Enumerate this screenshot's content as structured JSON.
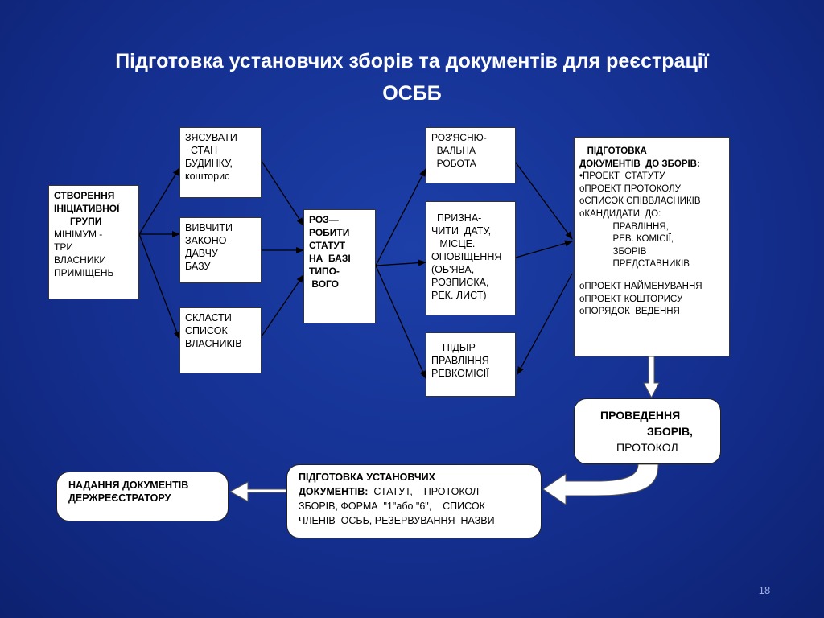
{
  "title": {
    "line1": "Підготовка установчих зборів та документів для реєстрації",
    "line2": "ОСББ"
  },
  "boxes": {
    "group": {
      "lines_bold": [
        "СТВОРЕННЯ",
        "ІНІЦІАТИВНОЇ",
        "      ГРУПИ"
      ],
      "lines": [
        "МІНІМУМ -",
        "ТРИ",
        "ВЛАСНИКИ",
        "ПРИМІЩЕНЬ"
      ]
    },
    "find_state": {
      "lines": [
        "ЗЯСУВАТИ",
        "  СТАН",
        "БУДИНКУ,",
        "кошторис"
      ]
    },
    "study_law": {
      "lines": [
        "ВИВЧИТИ",
        "ЗАКОНО-",
        "ДАВЧУ",
        "БАЗУ"
      ]
    },
    "owners_list": {
      "lines": [
        "СКЛАСТИ",
        "СПИСОК",
        "ВЛАСНИКІВ"
      ]
    },
    "statute": {
      "lines": [
        "РОЗ—",
        "РОБИТИ",
        "СТАТУТ",
        "НА  БАЗІ",
        "ТИПО-",
        " ВОГО"
      ]
    },
    "explain": {
      "lines": [
        "РОЗ'ЯСНЮ-",
        "  ВАЛЬНА",
        "  РОБОТА"
      ]
    },
    "date": {
      "lines": [
        "  ПРИЗНА-",
        "ЧИТИ  ДАТУ,",
        "   МІСЦЕ.",
        "ОПОВІЩЕННЯ",
        "(ОБ'ЯВА,",
        "РОЗПИСКА,",
        "РЕК. ЛИСТ)"
      ]
    },
    "board": {
      "lines": [
        "    ПІДБІР",
        "ПРАВЛІННЯ",
        "РЕВКОМІСІЇ"
      ]
    },
    "docs": {
      "lines_bold": [
        "   ПІДГОТОВКА",
        "ДОКУМЕНТІВ  ДО ЗБОРІВ:"
      ],
      "items": [
        "•ПРОЕКТ  СТАТУТУ",
        "oПРОЕКТ ПРОТОКОЛУ",
        "oСПИСОК СПІВВЛАСНИКІВ",
        "oКАНДИДАТИ  ДО:",
        "             ПРАВЛІННЯ,",
        "             РЕВ. КОМІСІЇ,",
        "             ЗБОРІВ",
        "             ПРЕДСТАВНИКІВ",
        "",
        "oПРОЕКТ НАЙМЕНУВАННЯ",
        "oПРОЕКТ КОШТОРИСУ",
        "oПОРЯДОК  ВЕДЕННЯ"
      ]
    },
    "meeting": {
      "line_bold1": "ПРОВЕДЕННЯ",
      "line_bold2": "ЗБОРІВ,",
      "line3": "ПРОТОКОЛ"
    },
    "founding_docs": {
      "bold1": "ПІДГОТОВКА УСТАНОВЧИХ",
      "bold2": "ДОКУМЕНТІВ:",
      "rest2": "  СТАТУТ,    ПРОТОКОЛ",
      "line3": "ЗБОРІВ, ФОРМА  \"1\"або \"6\",    СПИСОК",
      "line4": "ЧЛЕНІВ  ОСББ, РЕЗЕРВУВАННЯ  НАЗВИ"
    },
    "registrar": {
      "line1": "НАДАННЯ ДОКУМЕНТІВ",
      "line2": "ДЕРЖРЕЄСТРАТОРУ"
    }
  },
  "page_number": "18"
}
